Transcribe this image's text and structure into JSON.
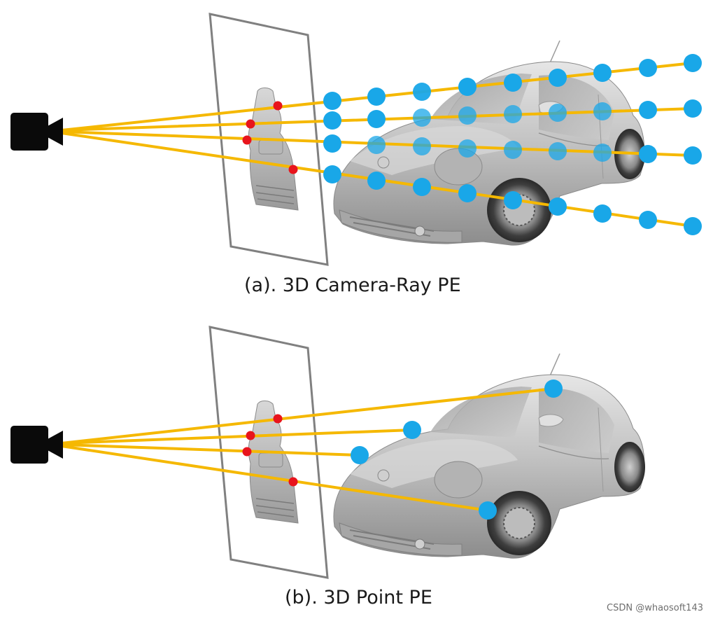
{
  "panel_a": {
    "caption": "(a). 3D Camera-Ray PE"
  },
  "panel_b": {
    "caption": "(b). 3D Point PE"
  },
  "watermark": "CSDN @whaosoft143",
  "colors": {
    "ray": "#F5B800",
    "image_point": "#E8141C",
    "world_point": "#19A7E8",
    "camera": "#0a0a0a",
    "plane": "#808080",
    "car": "#bfbfbf"
  },
  "icons": [
    "camera-icon",
    "image-plane",
    "car-illustration"
  ]
}
